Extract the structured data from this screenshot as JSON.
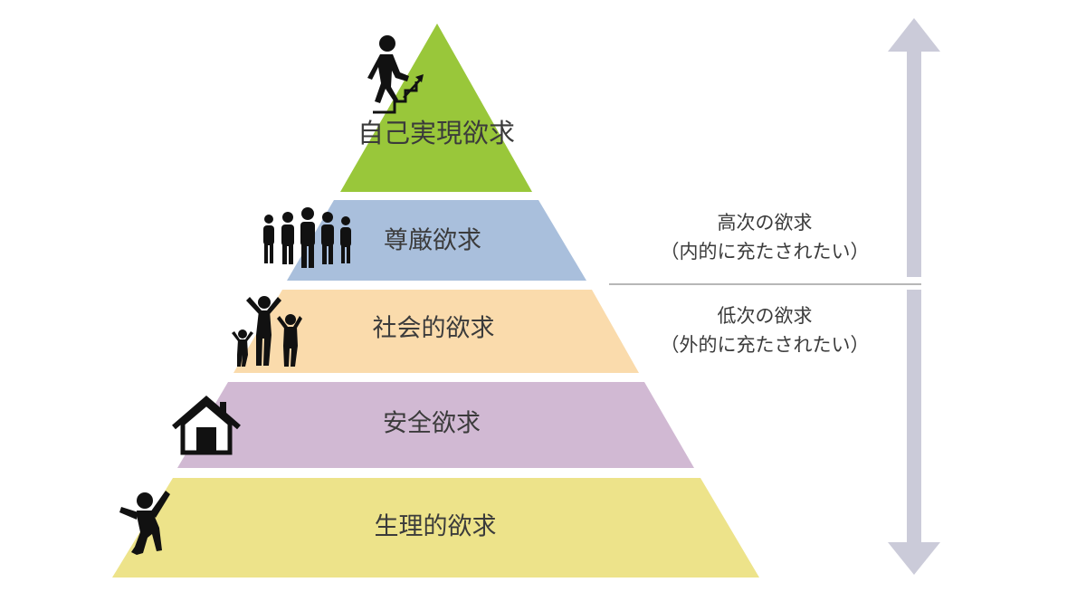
{
  "pyramid": {
    "levels": [
      {
        "label": "自己実現欲求",
        "color": "#99c73a",
        "icon": "climbing-stairs-person-icon"
      },
      {
        "label": "尊厳欲求",
        "color": "#a9bfdc",
        "icon": "group-of-people-icon"
      },
      {
        "label": "社会的欲求",
        "color": "#fadbac",
        "icon": "family-icon"
      },
      {
        "label": "安全欲求",
        "color": "#d1b9d3",
        "icon": "house-icon"
      },
      {
        "label": "生理的欲求",
        "color": "#ede38a",
        "icon": "jumping-person-icon"
      }
    ]
  },
  "side": {
    "higher": {
      "line1": "高次の欲求",
      "line2": "（内的に充たされたい）"
    },
    "lower": {
      "line1": "低次の欲求",
      "line2": "（外的に充たされたい）"
    },
    "arrow_color": "#cbcbd9",
    "divider_color": "#8c8c8c"
  }
}
